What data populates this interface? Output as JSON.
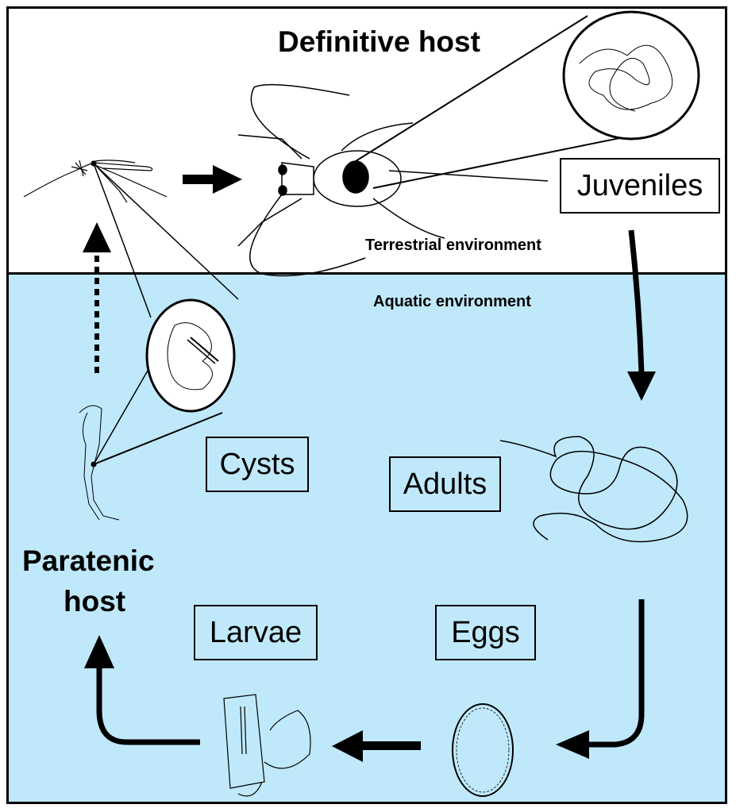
{
  "figure": {
    "title": "Parasite life cycle diagram",
    "hosts": {
      "definitive": "Definitive host",
      "paratenic_line1": "Paratenic",
      "paratenic_line2": "host"
    },
    "environments": {
      "terrestrial": "Terrestrial environment",
      "aquatic": "Aquatic environment"
    },
    "stages": {
      "juveniles": "Juveniles",
      "cysts": "Cysts",
      "adults": "Adults",
      "eggs": "Eggs",
      "larvae": "Larvae"
    },
    "colors": {
      "aquatic_bg": "#bfe9fb",
      "terrestrial_bg": "#ffffff",
      "ink": "#000000"
    },
    "icons": [
      "adult-mosquito-icon",
      "cricket-icon",
      "worm-tangle-icon",
      "cyst-icon",
      "midge-larva-icon",
      "egg-icon",
      "parasite-larva-icon"
    ]
  }
}
